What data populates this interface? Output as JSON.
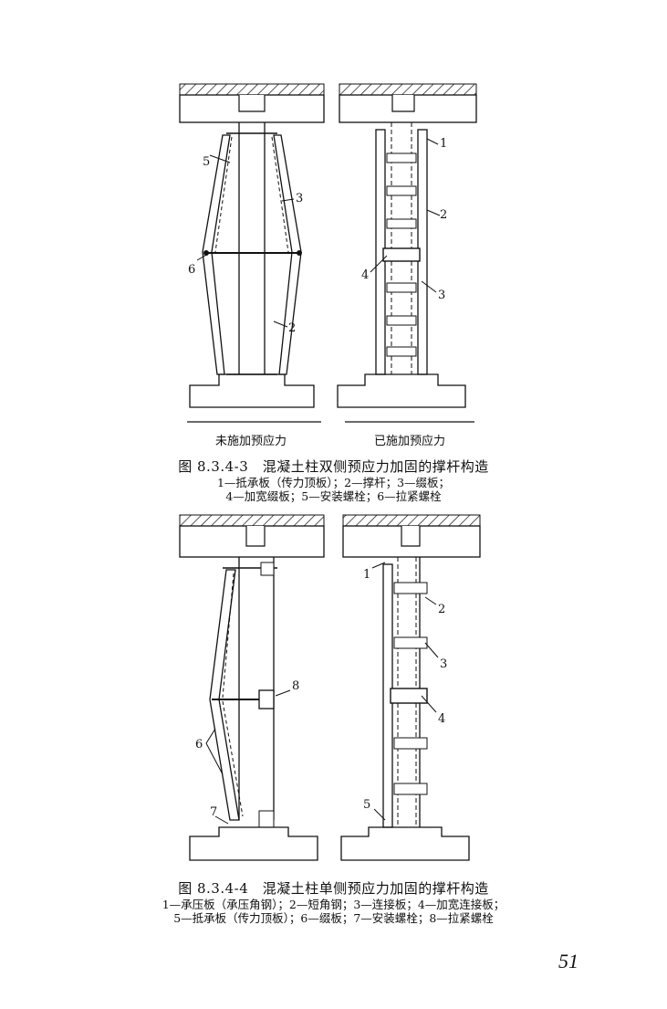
{
  "figure1": {
    "labels": {
      "left_panel": "未施加预应力",
      "right_panel": "已施加预应力"
    },
    "callouts": [
      "1",
      "2",
      "3",
      "4",
      "5",
      "6",
      "2",
      "3"
    ],
    "caption_title": "图 8.3.4-3　混凝土柱双侧预应力加固的撑杆构造",
    "caption_line1": "1—抵承板（传力顶板）；2—撑杆；3—缀板；",
    "caption_line2": "4—加宽缀板；5—安装螺栓；6—拉紧螺栓"
  },
  "figure2": {
    "callouts": [
      "1",
      "2",
      "3",
      "4",
      "5",
      "6",
      "7",
      "8"
    ],
    "caption_title": "图 8.3.4-4　混凝土柱单侧预应力加固的撑杆构造",
    "caption_line1": "1—承压板（承压角钢）；2—短角钢；3—连接板；4—加宽连接板；",
    "caption_line2": "5—抵承板（传力顶板）；6—缀板；7—安装螺栓；8—拉紧螺栓"
  },
  "page_number": "51"
}
